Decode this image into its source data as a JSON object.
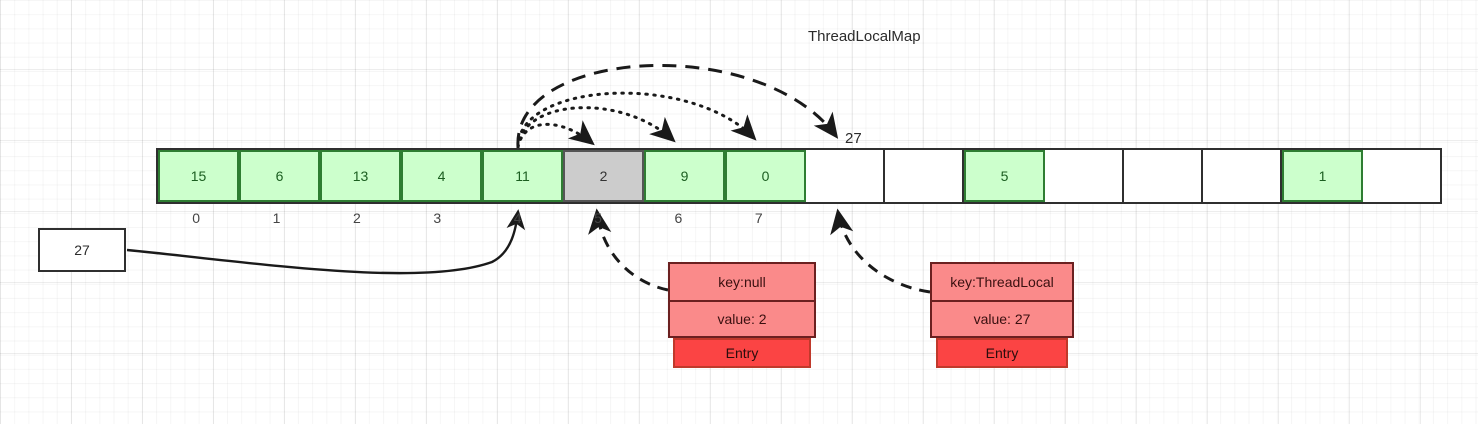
{
  "title": "ThreadLocalMap",
  "array": {
    "name": "threadlocalmap-table",
    "cells": [
      {
        "value": "15",
        "state": "green"
      },
      {
        "value": "6",
        "state": "green"
      },
      {
        "value": "13",
        "state": "green"
      },
      {
        "value": "4",
        "state": "green"
      },
      {
        "value": "11",
        "state": "green"
      },
      {
        "value": "2",
        "state": "gray"
      },
      {
        "value": "9",
        "state": "green"
      },
      {
        "value": "0",
        "state": "green"
      },
      {
        "value": "",
        "state": "empty"
      },
      {
        "value": "",
        "state": "empty"
      },
      {
        "value": "5",
        "state": "green"
      },
      {
        "value": "",
        "state": "empty"
      },
      {
        "value": "",
        "state": "empty"
      },
      {
        "value": "",
        "state": "empty"
      },
      {
        "value": "1",
        "state": "green"
      },
      {
        "value": "",
        "state": "empty"
      }
    ],
    "indices": [
      "0",
      "1",
      "2",
      "3",
      "4",
      "5",
      "6",
      "7"
    ]
  },
  "value_box": {
    "value": "27"
  },
  "probe_label": {
    "value": "27"
  },
  "entries": [
    {
      "id": "entry-stale",
      "key": "key:null",
      "value": "value: 2",
      "label": "Entry"
    },
    {
      "id": "entry-threadlocal",
      "key": "key:ThreadLocal",
      "value": "value: 27",
      "label": "Entry"
    }
  ],
  "colors": {
    "cell_green_fill": "#ccffcc",
    "cell_green_border": "#2e7d32",
    "cell_gray_fill": "#cccccc",
    "entry_fill": "#fa8a8a",
    "entry_label_fill": "#fb4444",
    "stroke": "#2f2f2f"
  }
}
